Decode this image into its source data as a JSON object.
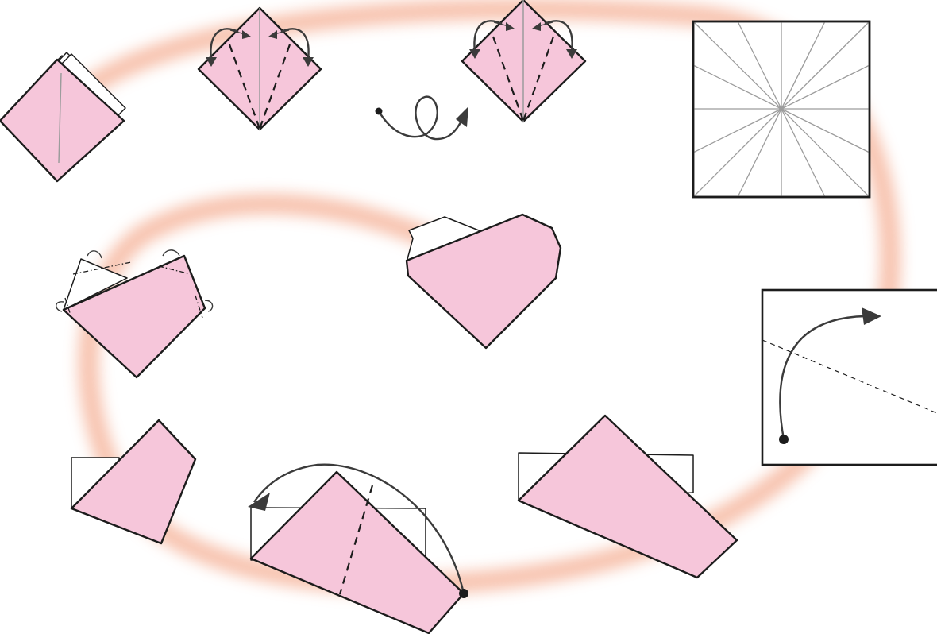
{
  "colors": {
    "paper": "#f6c6da",
    "blank": "#ffffff",
    "line": "#1c1c1c",
    "crease": "#9c9c9c",
    "arrow": "#3b3b3b",
    "ring": "#f4a98c"
  },
  "steps": [
    "crease-pattern",
    "fold-diagonal",
    "fold-side",
    "fold-corner-over",
    "fold-back",
    "rabbit-ear-valley-folds",
    "turn-over",
    "repeat-valley-folds",
    "finished-heart",
    "stack-of-units"
  ]
}
